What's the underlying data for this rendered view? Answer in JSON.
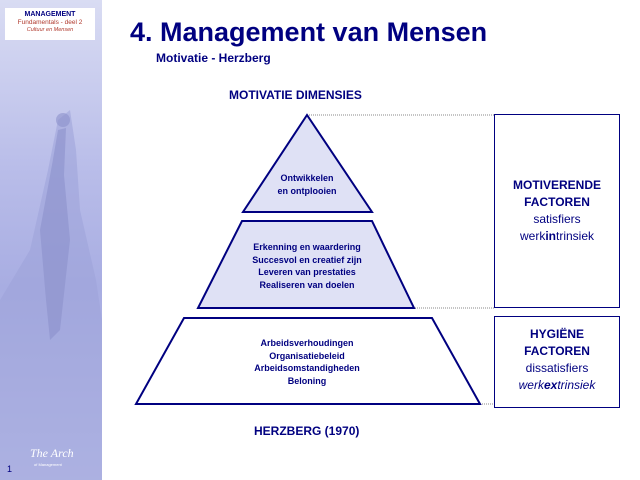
{
  "sidebar": {
    "brand_title": "MANAGEMENT",
    "brand_subtitle": "Fundamentals - deel 2",
    "brand_caption": "Cultuur en Mensen",
    "slide_number": "1",
    "logo_text": "The Arch",
    "logo_sub": "of Management"
  },
  "header": {
    "title": "4. Management van Mensen",
    "subtitle": "Motivatie - Herzberg"
  },
  "diagram": {
    "dimensions_title": "MOTIVATIE DIMENSIES",
    "caption": "HERZBERG (1970)",
    "tiers": [
      {
        "lines": [
          "Ontwikkelen",
          "en ontplooien"
        ]
      },
      {
        "lines": [
          "Erkenning en waardering",
          "Succesvol en creatief zijn",
          "Leveren van prestaties",
          "Realiseren van doelen"
        ]
      },
      {
        "lines": [
          "Arbeidsverhoudingen",
          "Organisatiebeleid",
          "Arbeidsomstandigheden",
          "Beloning"
        ]
      }
    ],
    "motivators": {
      "title_line1": "MOTIVERENDE",
      "title_line2": "FACTOREN",
      "label": "satisfiers",
      "term_prefix": "werk",
      "term_emphasis": "in",
      "term_suffix": "trinsiek"
    },
    "hygiene": {
      "title_line1": "HYGIËNE",
      "title_line2": "FACTOREN",
      "label": "dissatisfiers",
      "term_prefix": "werk",
      "term_emphasis": "ex",
      "term_suffix": "trinsiek"
    }
  },
  "colors": {
    "navy": "#000080",
    "tier_fill": "#dfe1f5",
    "sidebar": "#b9bde9"
  }
}
